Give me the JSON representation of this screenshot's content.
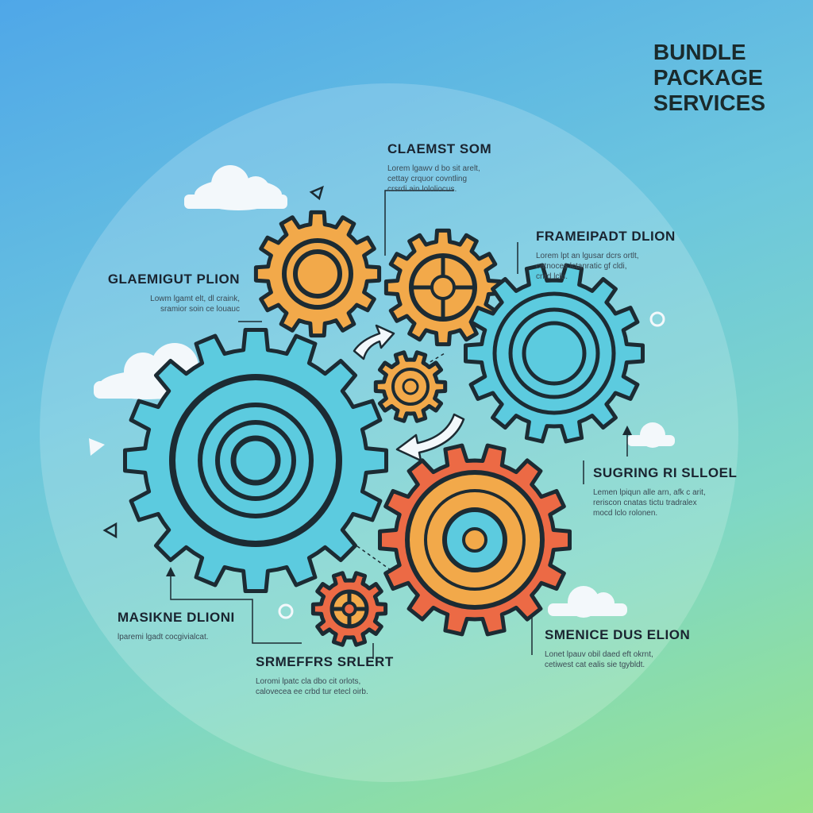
{
  "title": {
    "line1": "BUNDLE",
    "line2": "PACKAGE",
    "line3": "SERVICES"
  },
  "labels": [
    {
      "id": "claemst",
      "heading": "CLAEMST SOM",
      "lines": [
        "Lorem lgawv d bo sit arelt,",
        "cettay crquor covntling",
        "crsrdi ain lololiocus."
      ]
    },
    {
      "id": "framepadt",
      "heading": "FRAMEIPADT DLION",
      "lines": [
        "Lorem lpt  an lgusar dcrs ortlt,",
        "catnoces lctanratic gf cldi,",
        "cnrd lclu."
      ]
    },
    {
      "id": "glaemigut",
      "heading": "GLAEMIGUT PLION",
      "lines": [
        "Lowm lgamt elt, dl craink,",
        "sramior soin ce louauc"
      ]
    },
    {
      "id": "sugring",
      "heading": "SUGRING RI SLLOEL",
      "lines": [
        "Lemen lpiqun alle arn, afk c arit,",
        "reriscon cnatas tictu tradralex",
        "mocd lclo rolonen."
      ]
    },
    {
      "id": "masikne",
      "heading": "MASIKNE DLIONI",
      "lines": [
        "lparemi lgadt cocgivialcat."
      ]
    },
    {
      "id": "smenice",
      "heading": "SMENICE DUS ELION",
      "lines": [
        "Lonet lpauv obil daed eft okrnt,",
        "cetiwest cat ealis sie tgybldt."
      ]
    },
    {
      "id": "smeffrs",
      "heading": "SRMEFFRS SRLERT",
      "lines": [
        "Loromi lpatc cla dbo cit orlots,",
        "calovecea ee crbd tur etecl oirb."
      ]
    }
  ],
  "colors": {
    "outline": "#1c2b33",
    "orange": "#f2a94a",
    "teal": "#5ccbdf",
    "coral": "#ec6a45",
    "cloud": "#f3f8fb"
  }
}
